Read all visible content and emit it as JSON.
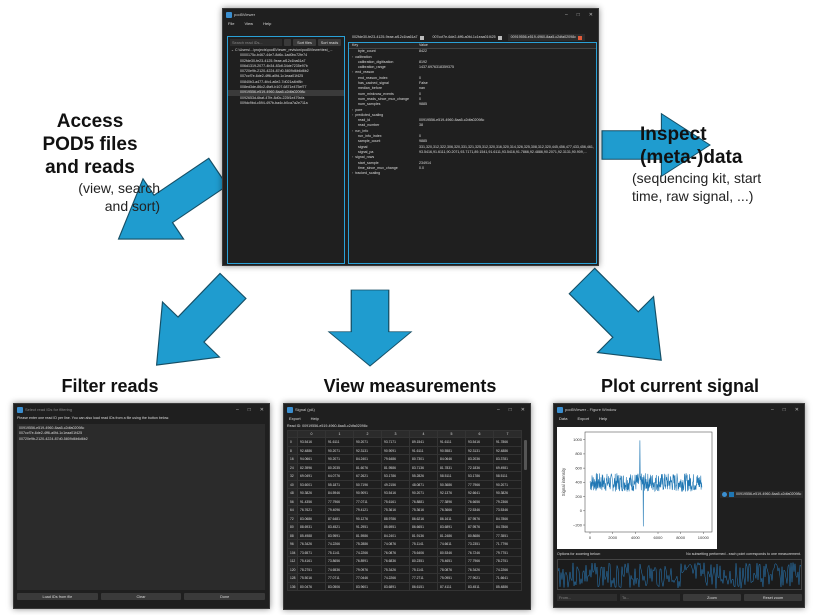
{
  "colors": {
    "accent": "#2aa0d6",
    "arrow": "#1f9ccf",
    "window_bg": "#1f1f1f"
  },
  "labels": {
    "access_title": "Access POD5 files and reads",
    "access_sub": "(view, search and sort)",
    "inspect_title": "Inspect (meta-)data",
    "inspect_sub": "(sequencing kit, start time, raw signal, ...)",
    "filter": "Filter reads",
    "view": "View measurements",
    "plot": "Plot current signal"
  },
  "main_window": {
    "title": "pod5Viewer",
    "menu": [
      "File",
      "View",
      "Help"
    ],
    "search_placeholder": "Search read IDs...",
    "sort_files": "Sort files",
    "sort_reads": "Sort reads",
    "tree_root": "C:\\Users\\...\\projects\\pod5Viewer_revision\\pod5Viewer\\test_...",
    "reads": [
      "0000175c-b467-44e7-8d6c-1ad0bc72fe74",
      "002fde30-fe23-4125-9eae-af12c1ba61a7",
      "006d1319-2077-4b34-83df-34de7235e97b",
      "00720e9b-2120-4224-87d0-5809d6b6d6b2",
      "007ccf7e-6de2-4ff6-a0fd-1c1eaa01f425",
      "00840b3-a477-4fc4-a6e2-7d021a4bf8b",
      "008ed3de-86c2-4fa9-b107-6871e475ef77",
      "00919556-e519-4960-8aa5-c2dfa02098c",
      "0092653d-6baf-47fe-8d0c-225f1e479cfa",
      "009dc9bd-c594-497b-ba4c-b0ca7a2e711a"
    ],
    "selected_read": 7,
    "tabs": [
      "002fde30-fe23-4125-9eae-af12c1ba61a7",
      "007ccf7e-6de2-4ff6-a0fd-1c1eaa01f425",
      "00919556-e519-4960-8aa5-c2dfa02098c"
    ],
    "key_header": "Key",
    "value_header": "Value",
    "rows": [
      {
        "k": "byte_count",
        "v": "8422",
        "x": false
      },
      {
        "k": "calibration",
        "v": "",
        "x": true
      },
      {
        "k": "calibration_digitisation",
        "v": "8192",
        "x": false
      },
      {
        "k": "calibration_range",
        "v": "1437.6976318359375",
        "x": false
      },
      {
        "k": "end_reason",
        "v": "",
        "x": true
      },
      {
        "k": "end_reason_index",
        "v": "0",
        "x": false
      },
      {
        "k": "has_cached_signal",
        "v": "False",
        "x": false
      },
      {
        "k": "median_before",
        "v": "nan",
        "x": false
      },
      {
        "k": "num_minknow_events",
        "v": "0",
        "x": false
      },
      {
        "k": "num_reads_since_mux_change",
        "v": "0",
        "x": false
      },
      {
        "k": "num_samples",
        "v": "9885",
        "x": false
      },
      {
        "k": "pore",
        "v": "",
        "x": true
      },
      {
        "k": "predicted_scaling",
        "v": "",
        "x": true
      },
      {
        "k": "read_id",
        "v": "00919556-e519-4960-8aa5-c2dfa02098c",
        "x": false
      },
      {
        "k": "read_number",
        "v": "38",
        "x": false
      },
      {
        "k": "run_info",
        "v": "",
        "x": true
      },
      {
        "k": "run_info_index",
        "v": "0",
        "x": false
      },
      {
        "k": "sample_count",
        "v": "9885",
        "x": false
      },
      {
        "k": "signal",
        "v": "331,320,312,322,306,320,331,321,325,312,320,316,320,314,326,325,308,312,320,445,456,477,433,456,461,...",
        "x": false
      },
      {
        "k": "signal_pa",
        "v": "93.5416,91.6111,90.2071,93.7171,89.1541,91.6111,93.5416,91.7866,92.4886,90.2071,92.3131,90.909,...",
        "x": false
      },
      {
        "k": "signal_rows",
        "v": "",
        "x": true
      },
      {
        "k": "start_sample",
        "v": "234914",
        "x": false
      },
      {
        "k": "time_since_mux_change",
        "v": "0.0",
        "x": false
      },
      {
        "k": "tracked_scaling",
        "v": "",
        "x": true
      }
    ]
  },
  "filter_window": {
    "title": "Select read IDs for filtering",
    "instruction": "Please enter one read ID per line. You can also load read IDs from a file using the button below.",
    "ids": [
      "00919556-e519-4960-8aa5-c2dfa02098c",
      "007ccf7e-6de2-4ff6-a0fd-1c1eaa01f425",
      "00720e9b-2120-4224-87d0-5809d6b6d6b2"
    ],
    "load": "Load IDs from file",
    "clear": "Clear",
    "done": "Done"
  },
  "signal_window": {
    "title": "Signal (pA)",
    "menu": [
      "Export",
      "Help"
    ],
    "read_id": "Read ID: 00919556-e519-4960-8aa5-c2dfa02098c",
    "columns": [
      "0",
      "1",
      "2",
      "3",
      "4",
      "5",
      "6",
      "7"
    ],
    "rows": [
      {
        "i": "0",
        "v": [
          "93.5416",
          "91.6111",
          "90.2071",
          "93.7171",
          "89.1541",
          "91.6111",
          "93.5416",
          "91.7866"
        ]
      },
      {
        "i": "8",
        "v": [
          "92.4886",
          "90.2071",
          "92.3131",
          "90.9091",
          "91.6111",
          "90.5581",
          "92.3131",
          "92.4886"
        ]
      },
      {
        "i": "16",
        "v": [
          "94.0661",
          "90.2071",
          "84.2401",
          "79.6486",
          "80.7301",
          "84.0646",
          "83.2036",
          "83.3781"
        ]
      },
      {
        "i": "24",
        "v": [
          "82.3996",
          "80.2035",
          "81.6076",
          "81.9586",
          "83.7136",
          "81.7831",
          "72.1836",
          "69.4981"
        ]
      },
      {
        "i": "32",
        "v": [
          "69.0491",
          "64.0776",
          "67.2621",
          "53.1786",
          "55.2826",
          "58.5111",
          "53.1786",
          "58.5111"
        ]
      },
      {
        "i": "40",
        "v": [
          "53.6001",
          "55.1871",
          "50.7196",
          "49.2156",
          "48.0871",
          "50.3686",
          "77.7966",
          "90.2071"
        ]
      },
      {
        "i": "48",
        "v": [
          "90.3826",
          "84.5946",
          "90.9091",
          "93.5416",
          "90.2071",
          "92.1376",
          "92.6641",
          "90.3826"
        ]
      },
      {
        "i": "56",
        "v": [
          "91.4356",
          "77.7966",
          "77.0711",
          "75.6161",
          "76.8881",
          "77.3896",
          "76.6656",
          "79.2366"
        ]
      },
      {
        "i": "64",
        "v": [
          "76.7621",
          "79.4096",
          "79.4121",
          "75.3616",
          "75.3616",
          "76.3666",
          "72.5346",
          "73.5346"
        ]
      },
      {
        "i": "72",
        "v": [
          "83.0686",
          "87.6481",
          "90.1276",
          "88.9786",
          "86.6216",
          "86.1611",
          "87.9576",
          "84.7866"
        ]
      },
      {
        "i": "80",
        "v": [
          "88.6931",
          "83.4521",
          "91.2951",
          "85.6951",
          "86.6651",
          "83.6891",
          "87.9576",
          "84.7866"
        ]
      },
      {
        "i": "88",
        "v": [
          "85.4988",
          "83.9591",
          "81.5986",
          "84.2401",
          "81.9136",
          "81.2486",
          "80.8686",
          "77.3551"
        ]
      },
      {
        "i": "96",
        "v": [
          "76.3426",
          "74.2266",
          "75.2886",
          "74.0876",
          "75.1141",
          "74.6611",
          "73.2351",
          "71.7796"
        ]
      },
      {
        "i": "104",
        "v": [
          "73.6571",
          "75.1141",
          "74.2266",
          "76.0876",
          "75.6406",
          "80.5346",
          "76.7246",
          "79.7751"
        ]
      },
      {
        "i": "112",
        "v": [
          "75.4161",
          "73.8656",
          "76.8991",
          "76.6836",
          "80.2351",
          "75.4651",
          "77.7966",
          "78.2751"
        ]
      },
      {
        "i": "120",
        "v": [
          "78.2751",
          "74.6536",
          "79.0976",
          "75.3426",
          "75.1141",
          "78.0876",
          "76.3426",
          "74.2266"
        ]
      },
      {
        "i": "128",
        "v": [
          "75.5016",
          "77.0711",
          "77.0446",
          "74.2266",
          "77.2711",
          "75.0951",
          "77.9021",
          "71.6641"
        ]
      },
      {
        "i": "136",
        "v": [
          "80.0476",
          "83.0506",
          "83.9601",
          "83.6891",
          "86.6151",
          "87.4111",
          "83.4511",
          "85.4886"
        ]
      }
    ]
  },
  "plot_window": {
    "title": "pod5Viewer - Figure Window",
    "menu": [
      "Data",
      "Export",
      "Help"
    ],
    "ylabel": "Signal intensity",
    "yticks": [
      "1000",
      "800",
      "600",
      "400",
      "200",
      "0",
      "−200"
    ],
    "xticks": [
      "0",
      "2000",
      "4000",
      "6000",
      "8000",
      "10000"
    ],
    "legend": "00919556-e519-4960-8aa5-c2dfa02098c",
    "zoom_hint": "Options for zooming below:",
    "subset_note": "No subsetting performed - each point corresponds to one measurement.",
    "from_placeholder": "From...",
    "to_placeholder": "To...",
    "zoom": "Zoom",
    "reset": "Reset zoom"
  }
}
